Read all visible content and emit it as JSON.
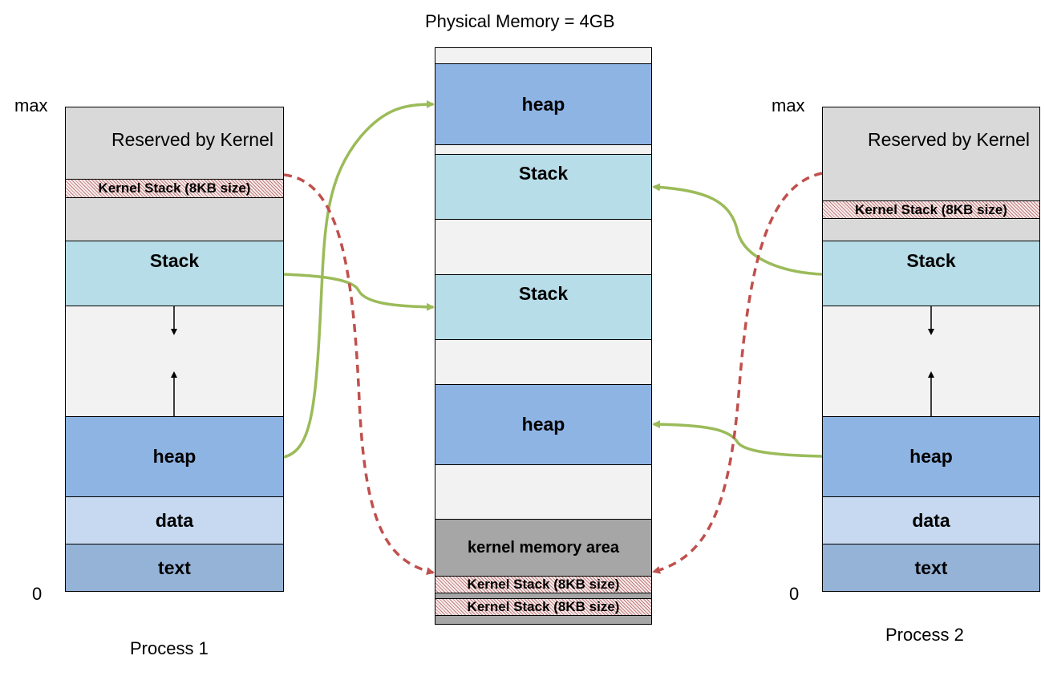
{
  "physical_memory": {
    "title": "Physical Memory = 4GB",
    "heap_top": "heap",
    "stack_1": "Stack",
    "stack_2": "Stack",
    "heap_bottom": "heap",
    "kernel_area": "kernel memory area",
    "kernel_stack_1": "Kernel Stack (8KB size)",
    "kernel_stack_2": "Kernel Stack (8KB size)"
  },
  "process1": {
    "caption": "Process 1",
    "max_label": "max",
    "zero_label": "0",
    "reserved": "Reserved by Kernel",
    "kernel_stack": "Kernel Stack (8KB size)",
    "stack": "Stack",
    "heap": "heap",
    "data": "data",
    "text": "text"
  },
  "process2": {
    "caption": "Process 2",
    "max_label": "max",
    "zero_label": "0",
    "reserved": "Reserved by Kernel",
    "kernel_stack": "Kernel Stack (8KB size)",
    "stack": "Stack",
    "heap": "heap",
    "data": "data",
    "text": "text"
  },
  "colors": {
    "user_mapping_arrow": "#9bbb59",
    "kernel_mapping_arrow": "#c0504d",
    "stack_fill": "#b7dde8",
    "heap_fill": "#8eb4e3",
    "data_fill": "#c6d9f0",
    "text_fill": "#95b3d7",
    "reserved_fill": "#d9d9d9",
    "kernel_memory_fill": "#a6a6a6"
  }
}
